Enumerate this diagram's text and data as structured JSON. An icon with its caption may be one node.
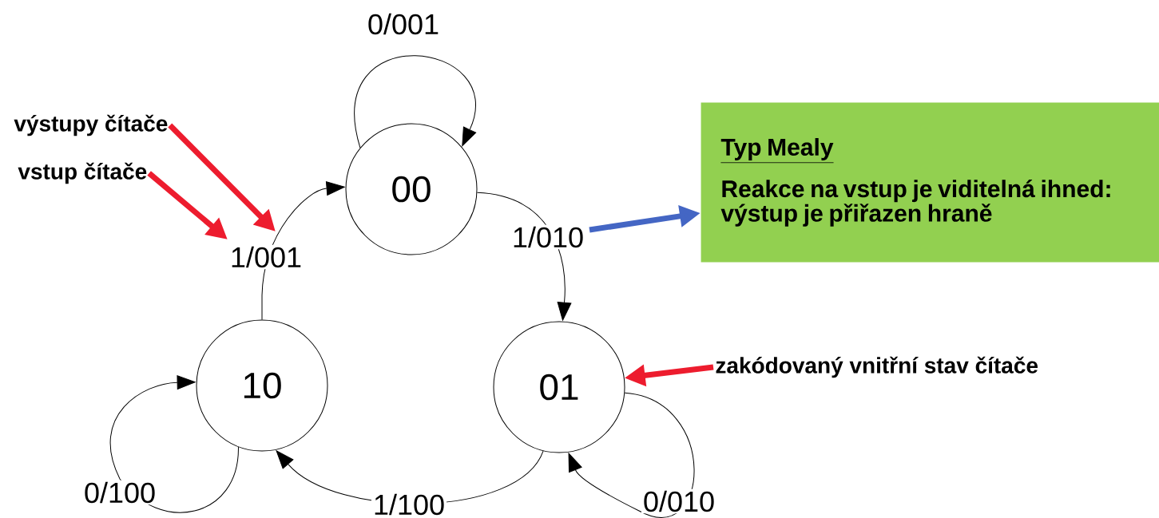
{
  "diagram": {
    "nodes": [
      {
        "text": [
          "00"
        ]
      },
      {
        "text": [
          "01"
        ]
      },
      {
        "text": [
          "10"
        ]
      },
      {
        "text": [
          "Typ Mealy",
          "Reakce na vstup je viditelná ihned: výstup je přiřazen hraně"
        ]
      },
      {
        "text": [
          "výstupy čítače"
        ]
      },
      {
        "text": [
          "vstup čítače"
        ]
      },
      {
        "text": [
          "zakódovaný vnitřní stav čítače"
        ]
      }
    ],
    "edges": [
      {
        "from": 0,
        "to": 0,
        "arrow": "to",
        "label": "0/001"
      },
      {
        "from": 2,
        "to": 0,
        "arrow": "to",
        "label": "1/001"
      },
      {
        "from": 0,
        "to": 1,
        "arrow": "to",
        "label": "1/010"
      },
      {
        "from": 1,
        "to": 2,
        "arrow": "to",
        "label": "1/100"
      },
      {
        "from": 1,
        "to": 1,
        "arrow": "to",
        "label": "0/010"
      },
      {
        "from": 2,
        "to": 2,
        "arrow": "to",
        "label": "0/100"
      },
      {
        "from": 4,
        "to": null,
        "arrow": "to",
        "style": "thick",
        "color": "#ed1c2e"
      },
      {
        "from": 5,
        "to": null,
        "arrow": "to",
        "style": "thick",
        "color": "#ed1c2e"
      },
      {
        "from": null,
        "to": 3,
        "arrow": "to",
        "style": "thick",
        "color": "#4466c4"
      },
      {
        "from": 6,
        "to": 1,
        "arrow": "to",
        "style": "thick",
        "color": "#ed1c2e"
      }
    ]
  }
}
